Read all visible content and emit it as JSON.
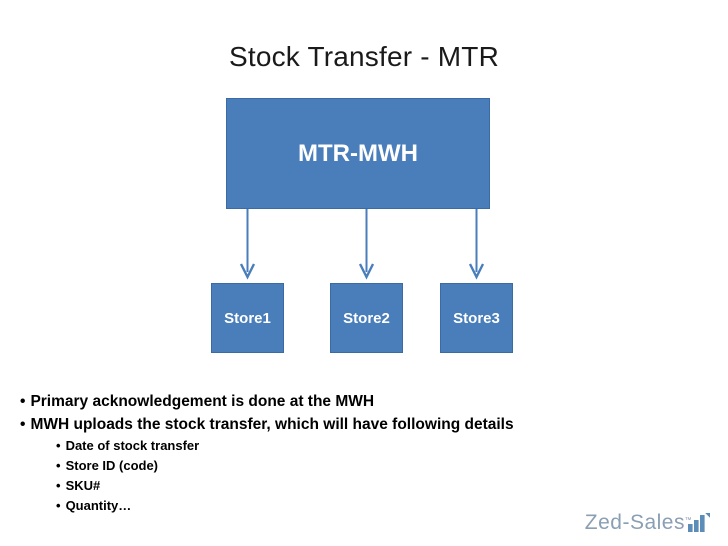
{
  "slide": {
    "title": "Stock Transfer - MTR",
    "background_color": "#ffffff"
  },
  "diagram": {
    "type": "hierarchy",
    "node_fill_color": "#4a7ebb",
    "node_border_color": "#3a6ba5",
    "node_text_color": "#ffffff",
    "arrow_color": "#4a7ebb",
    "root": {
      "label": "MTR-MWH"
    },
    "children": [
      {
        "label": "Store1"
      },
      {
        "label": "Store2"
      },
      {
        "label": "Store3"
      }
    ]
  },
  "bullets": {
    "marker": "•",
    "level1": [
      "Primary acknowledgement is done at the MWH",
      "MWH uploads the stock transfer, which will have following details"
    ],
    "level2": [
      "Date of stock transfer",
      "Store ID (code)",
      "SKU#",
      "Quantity…"
    ]
  },
  "logo": {
    "text": "Zed-Sales",
    "trademark": "™",
    "icon": "bar-chart-icon",
    "color": "#8a9fb4",
    "icon_color": "#5b8db8"
  }
}
